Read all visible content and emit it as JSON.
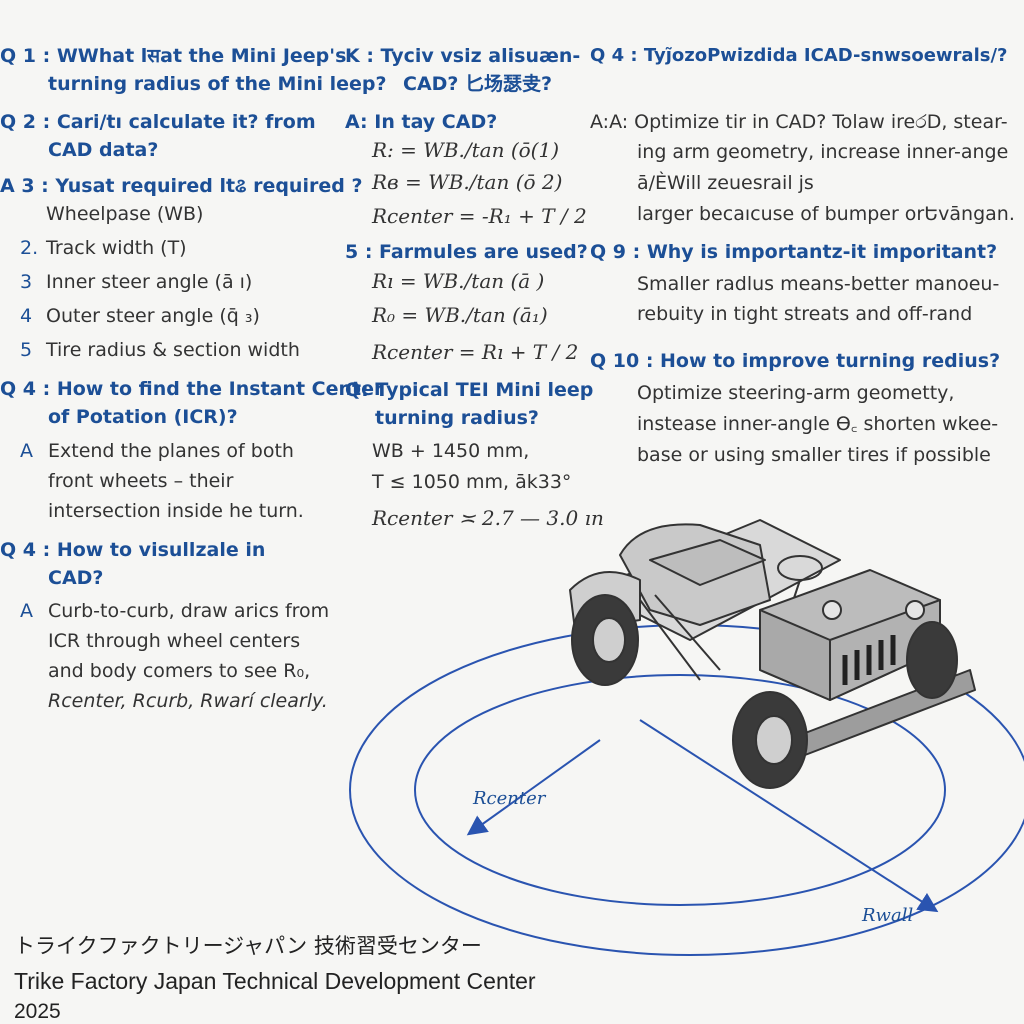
{
  "col1": {
    "q1": [
      "Q 1 : WWhat lसat the Mini Jeep's",
      "turning radius of the Mini leep?"
    ],
    "q2": [
      "Q 2 : Cari/tı calculate it? from",
      "CAD data?"
    ],
    "q3": "A 3 : Yusat required ltଌ required ?",
    "list": [
      {
        "n": "",
        "text": "Wheelpase (WB)"
      },
      {
        "n": "2.",
        "text": "Track width (T)"
      },
      {
        "n": "3",
        "text": "Inner steer angle (ā ı)"
      },
      {
        "n": "4",
        "text": "Outer steer angle (q̄ ₃)"
      },
      {
        "n": "5",
        "text": "Tire radius & section width"
      }
    ],
    "q4": [
      "Q 4 : How to find the Instant Center",
      "of Potation (ICR)?"
    ],
    "a4": [
      "Extend the planes of both",
      "front wheets – their",
      "intersection inside he turn."
    ],
    "a4_marker": "A",
    "q5": [
      "Q 4 : How to visullzale in",
      "CAD?"
    ],
    "a5": [
      "Curb-to-curb, draw arics from",
      "ICR through wheel centers",
      "and body comers to see R₀,",
      "Rcenter, Rcurb, Rwarí clearly."
    ],
    "a5_marker": "A"
  },
  "col2": {
    "q1": [
      "K : Tyciv vsiz alisuæn-",
      "CAD? 匕场瑟叏?"
    ],
    "a1_head": "A: In tay CAD?",
    "f1": [
      "R: = WB./tan (ō(1)",
      "Rв = WB./tan (ō 2)",
      "Rcenter = -R₁ + T / 2"
    ],
    "q2": "5 : Farmules are used?",
    "f2": [
      "Rı = WB./tan (ā )",
      "R₀ = WB./tan (ā₁)",
      "Rcenter = Rı + T / 2"
    ],
    "q3": [
      "Q: Typical TEI Mini leep",
      "turning radius?"
    ],
    "v3": [
      "WB + 1450 mm,",
      "T ≤ 1050 mm, āk33°",
      "Rcenter ≍ 2.7 — 3.0 ın"
    ]
  },
  "col3": {
    "q1": "Q 4 : Tyj̃ozoPwizdida ICAD-snwsoewrals/?",
    "a1": [
      "A:A: Optimize tir in CAD? Tolaw ireරD, stear-",
      "ing arm geometry, increase inner-ange",
      "ā/ЀWill zeuesrail js",
      "larger becaıcuse of bumper orԵvāngan."
    ],
    "q2": "Q 9 : Why is importantz-it imporitant?",
    "a2": [
      "Smaller radlus means-better manoeu-",
      "rebuity in tight streats and off-rand"
    ],
    "q3": "Q 10 : How to improve turning redius?",
    "a3": [
      "Optimize steering-arm geometty,",
      "instease inner-angle Ѳ꜀ shorten wkee-",
      "base or using smaller tires if possible"
    ]
  },
  "diagram": {
    "label_center": "Rcenter",
    "label_wall": "Rwall",
    "line_color": "#2a54b0",
    "vehicle_color": "#9a9a9a"
  },
  "footer": {
    "jp": "トライクファクトリージャパン 技術習受センター",
    "en": "Trike Factory Japan Technical Development Center",
    "year": "2025"
  }
}
